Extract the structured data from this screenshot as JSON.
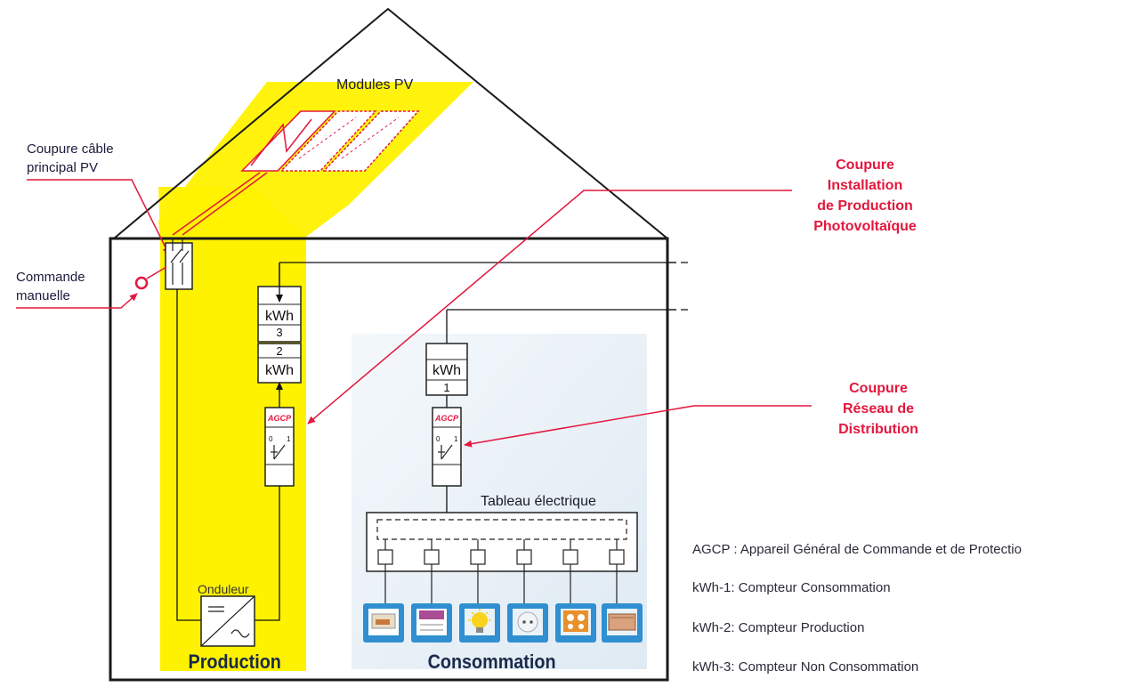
{
  "labels": {
    "modules_pv": "Modules PV",
    "coupure_cable_line1": "Coupure câble",
    "coupure_cable_line2": "principal PV",
    "commande_line1": "Commande",
    "commande_line2": "manuelle",
    "coupure_install_line1": "Coupure",
    "coupure_install_line2": "Installation",
    "coupure_install_line3": "de Production",
    "coupure_install_line4": "Photovoltaïque",
    "coupure_reseau_line1": "Coupure",
    "coupure_reseau_line2": "Réseau de",
    "coupure_reseau_line3": "Distribution",
    "tableau": "Tableau électrique",
    "onduleur": "Onduleur",
    "production": "Production",
    "consommation": "Consommation"
  },
  "meters": {
    "kwh3_unit": "kWh",
    "kwh3_num": "3",
    "kwh2_num": "2",
    "kwh2_unit": "kWh",
    "kwh1_unit": "kWh",
    "kwh1_num": "1"
  },
  "agcp": {
    "label": "AGCP",
    "zero": "0",
    "one": "1"
  },
  "legend": [
    "AGCP : Appareil Général de Commande et de Protectio",
    "kWh-1: Compteur Consommation",
    "kWh-2: Compteur Production",
    "kWh-3: Compteur Non Consommation"
  ],
  "colors": {
    "production_zone": "#fff200",
    "consommation_zone": "#e9f2f8",
    "callout_red": "#e3173e",
    "house_outline": "#1a1a1a"
  },
  "appliance_icons": [
    "oven-icon",
    "dishwasher-icon",
    "lightbulb-icon",
    "socket-icon",
    "cooktop-icon",
    "radiator-icon"
  ]
}
